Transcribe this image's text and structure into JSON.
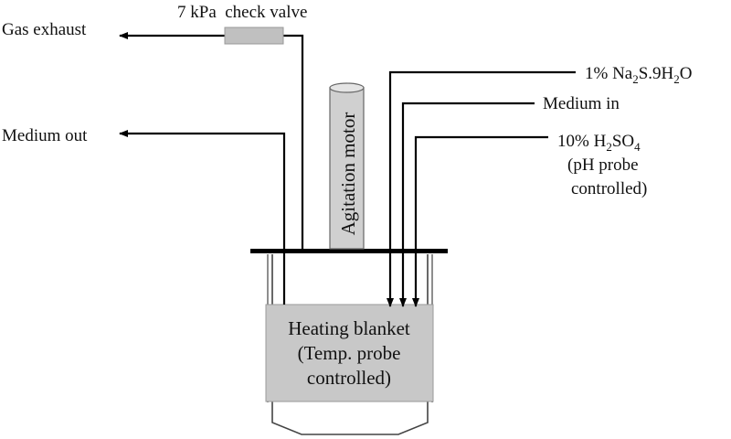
{
  "colors": {
    "line": "#000000",
    "box_fill": "#c8c8c8",
    "box_stroke": "#8a8a8a",
    "vessel_stroke": "#444444",
    "text": "#111111"
  },
  "labels": {
    "check_valve": "7 kPa  check valve",
    "gas_exhaust": "Gas exhaust",
    "medium_out": "Medium out",
    "agitation_motor": "Agitation motor",
    "sulfide_feed": "1% Na",
    "sulfide_sub": "2",
    "sulfide_rest": "S.9H",
    "sulfide_sub2": "2",
    "sulfide_end": "O",
    "medium_in": "Medium in",
    "acid_a": "10% H",
    "acid_sub1": "2",
    "acid_b": "SO",
    "acid_sub2": "4",
    "acid_line2": "(pH probe",
    "acid_line3": "controlled)",
    "heating_line1": "Heating blanket",
    "heating_line2": "(Temp. probe",
    "heating_line3": "controlled)"
  }
}
